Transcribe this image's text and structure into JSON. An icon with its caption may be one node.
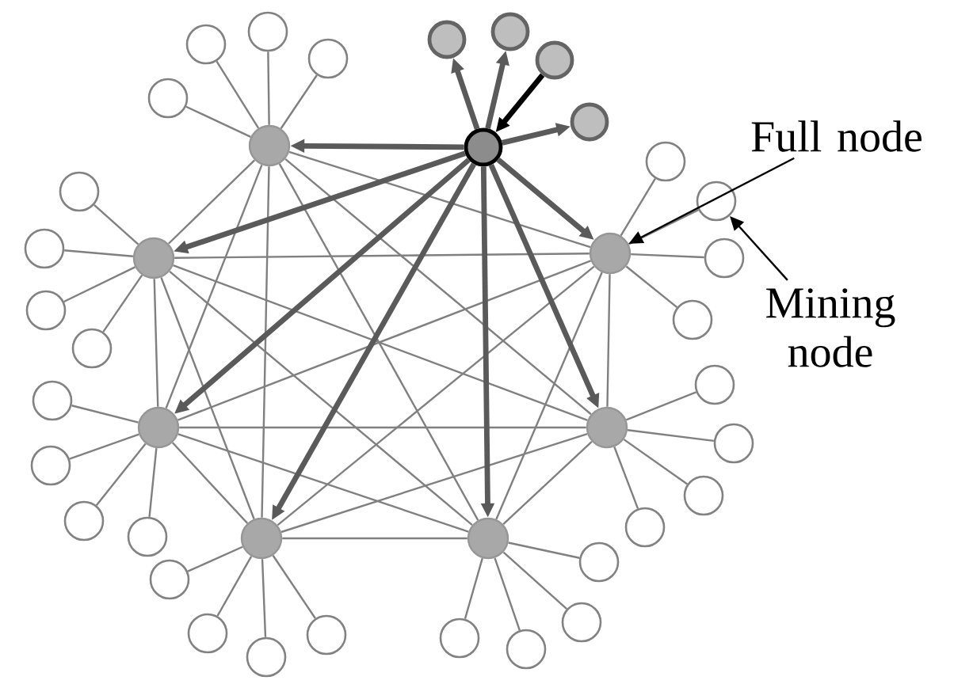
{
  "diagram": {
    "nodes": [
      {
        "text": [],
        "shape": "circle"
      },
      {
        "text": [],
        "shape": "circle"
      },
      {
        "text": [],
        "shape": "circle"
      },
      {
        "text": [],
        "shape": "circle"
      },
      {
        "text": [],
        "shape": "circle"
      },
      {
        "text": [],
        "shape": "circle"
      },
      {
        "text": [],
        "shape": "circle"
      },
      {
        "text": [],
        "shape": "circle"
      },
      {
        "text": [],
        "shape": "circle"
      },
      {
        "text": [],
        "shape": "circle"
      },
      {
        "text": [],
        "shape": "circle"
      },
      {
        "text": [],
        "shape": "circle"
      },
      {
        "text": [],
        "shape": "circle"
      },
      {
        "text": [],
        "shape": "circle"
      },
      {
        "text": [],
        "shape": "circle"
      },
      {
        "text": [],
        "shape": "circle"
      },
      {
        "text": [],
        "shape": "circle"
      },
      {
        "text": [],
        "shape": "circle"
      },
      {
        "text": [],
        "shape": "circle"
      },
      {
        "text": [],
        "shape": "circle"
      },
      {
        "text": [],
        "shape": "circle"
      },
      {
        "text": [],
        "shape": "circle"
      },
      {
        "text": [],
        "shape": "circle"
      },
      {
        "text": [],
        "shape": "circle"
      },
      {
        "text": [],
        "shape": "circle"
      },
      {
        "text": [],
        "shape": "circle"
      },
      {
        "text": [],
        "shape": "circle"
      },
      {
        "text": [],
        "shape": "circle"
      },
      {
        "text": [],
        "shape": "circle"
      },
      {
        "text": [],
        "shape": "circle"
      },
      {
        "text": [],
        "shape": "circle"
      },
      {
        "text": [],
        "shape": "circle"
      },
      {
        "text": [],
        "shape": "circle"
      },
      {
        "text": [],
        "shape": "circle"
      },
      {
        "text": [],
        "shape": "circle"
      },
      {
        "text": [],
        "shape": "circle"
      },
      {
        "text": [],
        "shape": "circle"
      },
      {
        "text": [],
        "shape": "circle"
      },
      {
        "text": [],
        "shape": "circle"
      },
      {
        "text": [],
        "shape": "circle"
      },
      {
        "text": [
          "Full node"
        ]
      },
      {
        "text": [
          "Mining node"
        ]
      }
    ],
    "edges": [
      {
        "from": 0,
        "to": 1,
        "arrow": "to",
        "style": "thick",
        "color": "#5a5a5a"
      },
      {
        "from": 0,
        "to": 2,
        "arrow": "to",
        "style": "thick",
        "color": "#5a5a5a"
      },
      {
        "from": 3,
        "to": 0,
        "arrow": "to",
        "style": "thick",
        "color": "#000000"
      },
      {
        "from": 0,
        "to": 4,
        "arrow": "to",
        "style": "thick",
        "color": "#5a5a5a"
      },
      {
        "from": 0,
        "to": 5,
        "arrow": "to",
        "style": "thick",
        "color": "#5a5a5a"
      },
      {
        "from": 0,
        "to": 6,
        "arrow": "to",
        "style": "thick",
        "color": "#5a5a5a"
      },
      {
        "from": 0,
        "to": 7,
        "arrow": "to",
        "style": "thick",
        "color": "#5a5a5a"
      },
      {
        "from": 0,
        "to": 8,
        "arrow": "to",
        "style": "thick",
        "color": "#5a5a5a"
      },
      {
        "from": 0,
        "to": 9,
        "arrow": "to",
        "style": "thick",
        "color": "#5a5a5a"
      },
      {
        "from": 0,
        "to": 10,
        "arrow": "to",
        "style": "thick",
        "color": "#5a5a5a"
      },
      {
        "from": 0,
        "to": 11,
        "arrow": "to",
        "style": "thick",
        "color": "#5a5a5a"
      },
      {
        "from": 5,
        "to": 6,
        "arrow": "none"
      },
      {
        "from": 5,
        "to": 7,
        "arrow": "none"
      },
      {
        "from": 5,
        "to": 8,
        "arrow": "none"
      },
      {
        "from": 5,
        "to": 9,
        "arrow": "none"
      },
      {
        "from": 5,
        "to": 10,
        "arrow": "none"
      },
      {
        "from": 5,
        "to": 11,
        "arrow": "none"
      },
      {
        "from": 6,
        "to": 7,
        "arrow": "none"
      },
      {
        "from": 6,
        "to": 8,
        "arrow": "none"
      },
      {
        "from": 6,
        "to": 9,
        "arrow": "none"
      },
      {
        "from": 6,
        "to": 10,
        "arrow": "none"
      },
      {
        "from": 6,
        "to": 11,
        "arrow": "none"
      },
      {
        "from": 7,
        "to": 8,
        "arrow": "none"
      },
      {
        "from": 7,
        "to": 9,
        "arrow": "none"
      },
      {
        "from": 7,
        "to": 10,
        "arrow": "none"
      },
      {
        "from": 7,
        "to": 11,
        "arrow": "none"
      },
      {
        "from": 8,
        "to": 9,
        "arrow": "none"
      },
      {
        "from": 8,
        "to": 10,
        "arrow": "none"
      },
      {
        "from": 8,
        "to": 11,
        "arrow": "none"
      },
      {
        "from": 9,
        "to": 10,
        "arrow": "none"
      },
      {
        "from": 9,
        "to": 11,
        "arrow": "none"
      },
      {
        "from": 10,
        "to": 11,
        "arrow": "none"
      },
      {
        "from": 5,
        "to": 12,
        "arrow": "none"
      },
      {
        "from": 5,
        "to": 13,
        "arrow": "none"
      },
      {
        "from": 5,
        "to": 14,
        "arrow": "none"
      },
      {
        "from": 5,
        "to": 15,
        "arrow": "none"
      },
      {
        "from": 6,
        "to": 16,
        "arrow": "none"
      },
      {
        "from": 6,
        "to": 17,
        "arrow": "none"
      },
      {
        "from": 6,
        "to": 18,
        "arrow": "none"
      },
      {
        "from": 6,
        "to": 19,
        "arrow": "none"
      },
      {
        "from": 7,
        "to": 20,
        "arrow": "none"
      },
      {
        "from": 7,
        "to": 21,
        "arrow": "none"
      },
      {
        "from": 7,
        "to": 22,
        "arrow": "none"
      },
      {
        "from": 7,
        "to": 23,
        "arrow": "none"
      },
      {
        "from": 8,
        "to": 24,
        "arrow": "none"
      },
      {
        "from": 8,
        "to": 25,
        "arrow": "none"
      },
      {
        "from": 8,
        "to": 26,
        "arrow": "none"
      },
      {
        "from": 8,
        "to": 27,
        "arrow": "none"
      },
      {
        "from": 9,
        "to": 28,
        "arrow": "none"
      },
      {
        "from": 9,
        "to": 29,
        "arrow": "none"
      },
      {
        "from": 9,
        "to": 30,
        "arrow": "none"
      },
      {
        "from": 9,
        "to": 31,
        "arrow": "none"
      },
      {
        "from": 10,
        "to": 32,
        "arrow": "none"
      },
      {
        "from": 10,
        "to": 33,
        "arrow": "none"
      },
      {
        "from": 10,
        "to": 34,
        "arrow": "none"
      },
      {
        "from": 10,
        "to": 35,
        "arrow": "none"
      },
      {
        "from": 11,
        "to": 36,
        "arrow": "none"
      },
      {
        "from": 11,
        "to": 37,
        "arrow": "none"
      },
      {
        "from": 11,
        "to": 38,
        "arrow": "none"
      },
      {
        "from": 11,
        "to": 39,
        "arrow": "none"
      },
      {
        "from": 40,
        "to": 11,
        "arrow": "to",
        "color": "#000000"
      },
      {
        "from": 41,
        "to": 37,
        "arrow": "to",
        "color": "#000000"
      }
    ]
  }
}
